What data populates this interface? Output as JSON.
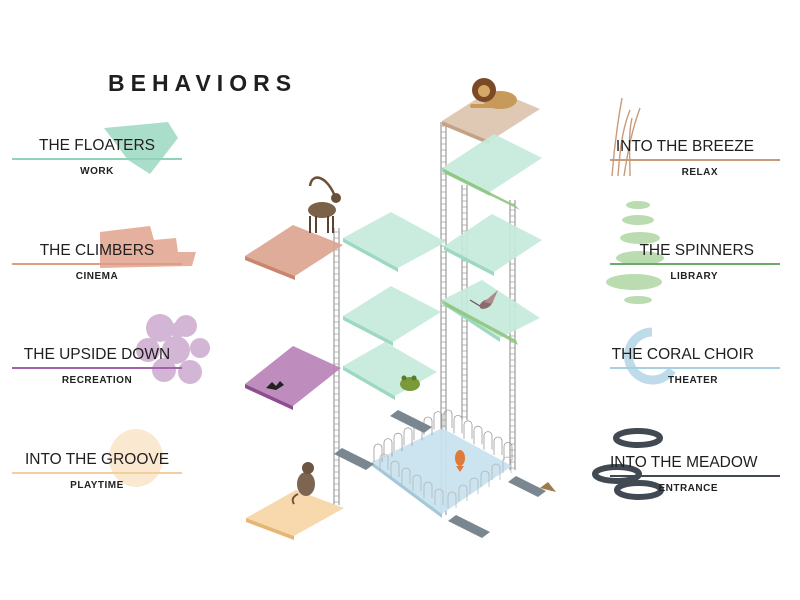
{
  "page": {
    "title": "BEHAVIORS"
  },
  "legend_left": [
    {
      "title": "THE FLOATERS",
      "subtitle": "WORK",
      "color": "#8fd3b8"
    },
    {
      "title": "THE CLIMBERS",
      "subtitle": "CINEMA",
      "color": "#de9c84"
    },
    {
      "title": "THE UPSIDE DOWN",
      "subtitle": "RECREATION",
      "color": "#a062a8"
    },
    {
      "title": "INTO THE GROOVE",
      "subtitle": "PLAYTIME",
      "color": "#f3cf9b"
    }
  ],
  "legend_right": [
    {
      "title": "INTO THE BREEZE",
      "subtitle": "RELAX",
      "color": "#c99a7a"
    },
    {
      "title": "THE SPINNERS",
      "subtitle": "LIBRARY",
      "color": "#6ea86a"
    },
    {
      "title": "THE CORAL CHOIR",
      "subtitle": "THEATER",
      "color": "#a7cfe0"
    },
    {
      "title": "INTO THE MEADOW",
      "subtitle": "ENTRANCE",
      "color": "#414a52"
    }
  ],
  "colors": {
    "mint": "#c6eadb",
    "mint_edge": "#9dd9c1",
    "green": "#8fc57c",
    "green_edge": "#5b9a52",
    "salmon": "#dca591",
    "salmon_edge": "#c9856d",
    "purple": "#b983b8",
    "purple_edge": "#8c4e8e",
    "peach": "#f6d6a6",
    "peach_edge": "#e6b774",
    "tan": "#dcc3ae",
    "tan_edge": "#c3a288",
    "water": "#c9e3ef",
    "slate": "#7a8791"
  },
  "icons": [
    "floaters-shape-icon",
    "climbers-shape-icon",
    "upside-down-shape-icon",
    "groove-egg-icon",
    "breeze-grass-icon",
    "spinners-discs-icon",
    "coral-ring-icon",
    "meadow-rings-icon",
    "lion-icon",
    "ibex-icon",
    "bird-icon",
    "frog-icon",
    "bat-icon",
    "monkey-icon",
    "fish-icon"
  ]
}
